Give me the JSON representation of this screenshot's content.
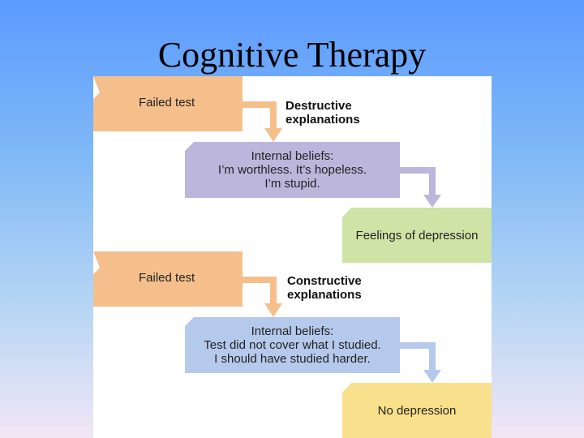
{
  "slide": {
    "title": "Cognitive Therapy"
  },
  "diagram": {
    "top": {
      "event_label": "Failed test",
      "explanation": [
        "Destructive",
        "explanations"
      ],
      "beliefs": [
        "Internal beliefs:",
        "I’m worthless. It’s hopeless.",
        "I’m stupid."
      ],
      "outcome": "Feelings of depression"
    },
    "bottom": {
      "event_label": "Failed test",
      "explanation": [
        "Constructive",
        "explanations"
      ],
      "beliefs": [
        "Internal beliefs:",
        "Test did not cover what I studied.",
        "I should have studied harder."
      ],
      "outcome": "No depression"
    },
    "colors": {
      "event": "#f5bf8c",
      "beliefs_top": "#bcb6dc",
      "outcome_top": "#cfe3a6",
      "beliefs_bottom": "#b5c9ec",
      "outcome_bottom": "#f9e08c",
      "arrow_top_event": "#f5bf8c",
      "arrow_top_beliefs": "#bcb6dc",
      "arrow_bottom_event": "#f5bf8c",
      "arrow_bottom_beliefs": "#b5c9ec"
    }
  }
}
